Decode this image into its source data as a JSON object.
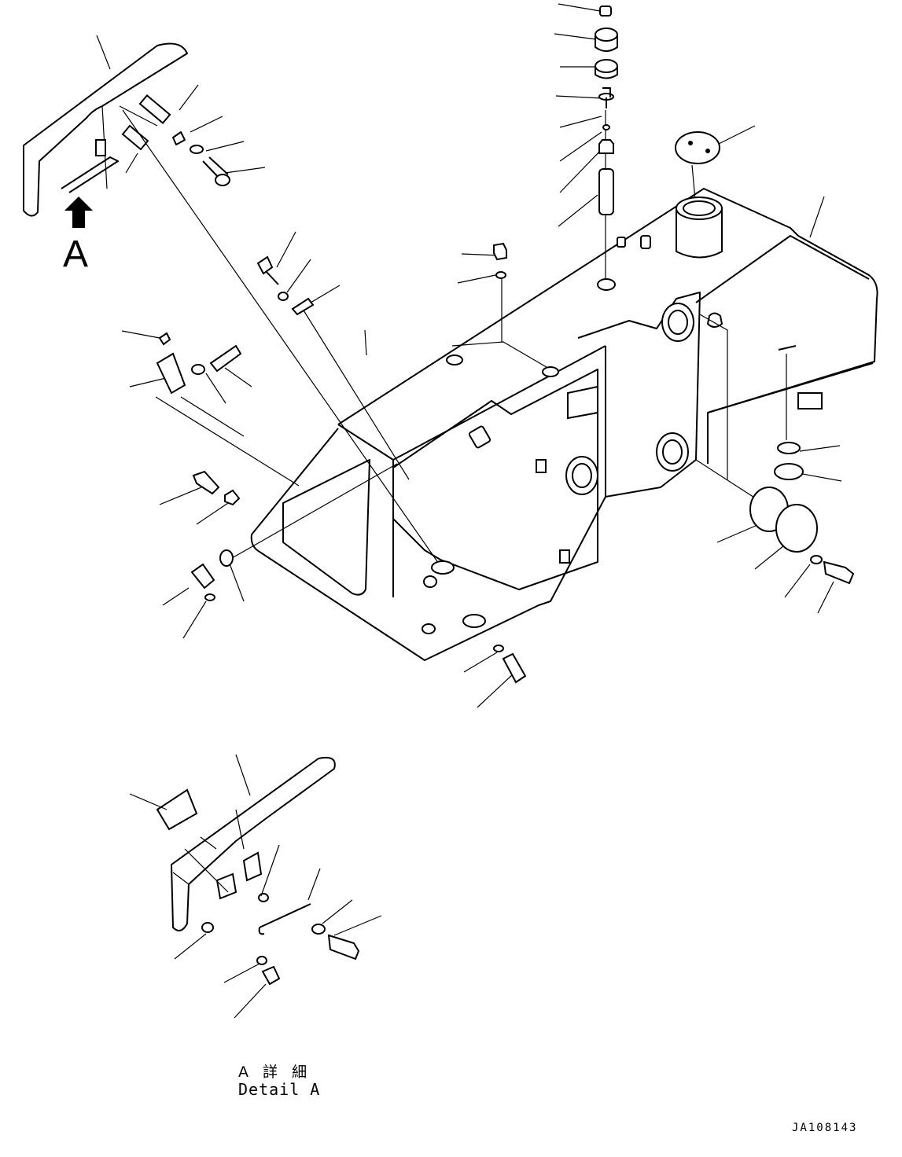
{
  "view": {
    "letter": "A"
  },
  "detail": {
    "title_ja": "A 詳 細",
    "title_en": "Detail A"
  },
  "footer": {
    "drawing_number": "JA108143"
  },
  "colors": {
    "line": "#000000",
    "background": "#ffffff"
  },
  "icons": {
    "view_arrow": "up-arrow-icon"
  }
}
